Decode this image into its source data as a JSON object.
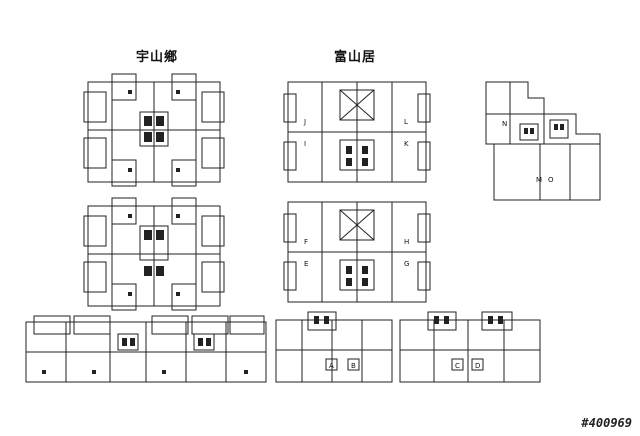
{
  "titles": {
    "left": "宇山鄉",
    "middle": "富山居"
  },
  "unit_labels": {
    "fuji_upper": [
      "J",
      "L",
      "I",
      "K"
    ],
    "fuji_middle": [
      "F",
      "H",
      "E",
      "G"
    ],
    "fuji_lower": [
      "A",
      "B",
      "C",
      "D"
    ],
    "right": [
      "N",
      "M",
      "O"
    ]
  },
  "watermark": "#400969",
  "colors": {
    "line": "#222222",
    "fill": "#ffffff"
  }
}
